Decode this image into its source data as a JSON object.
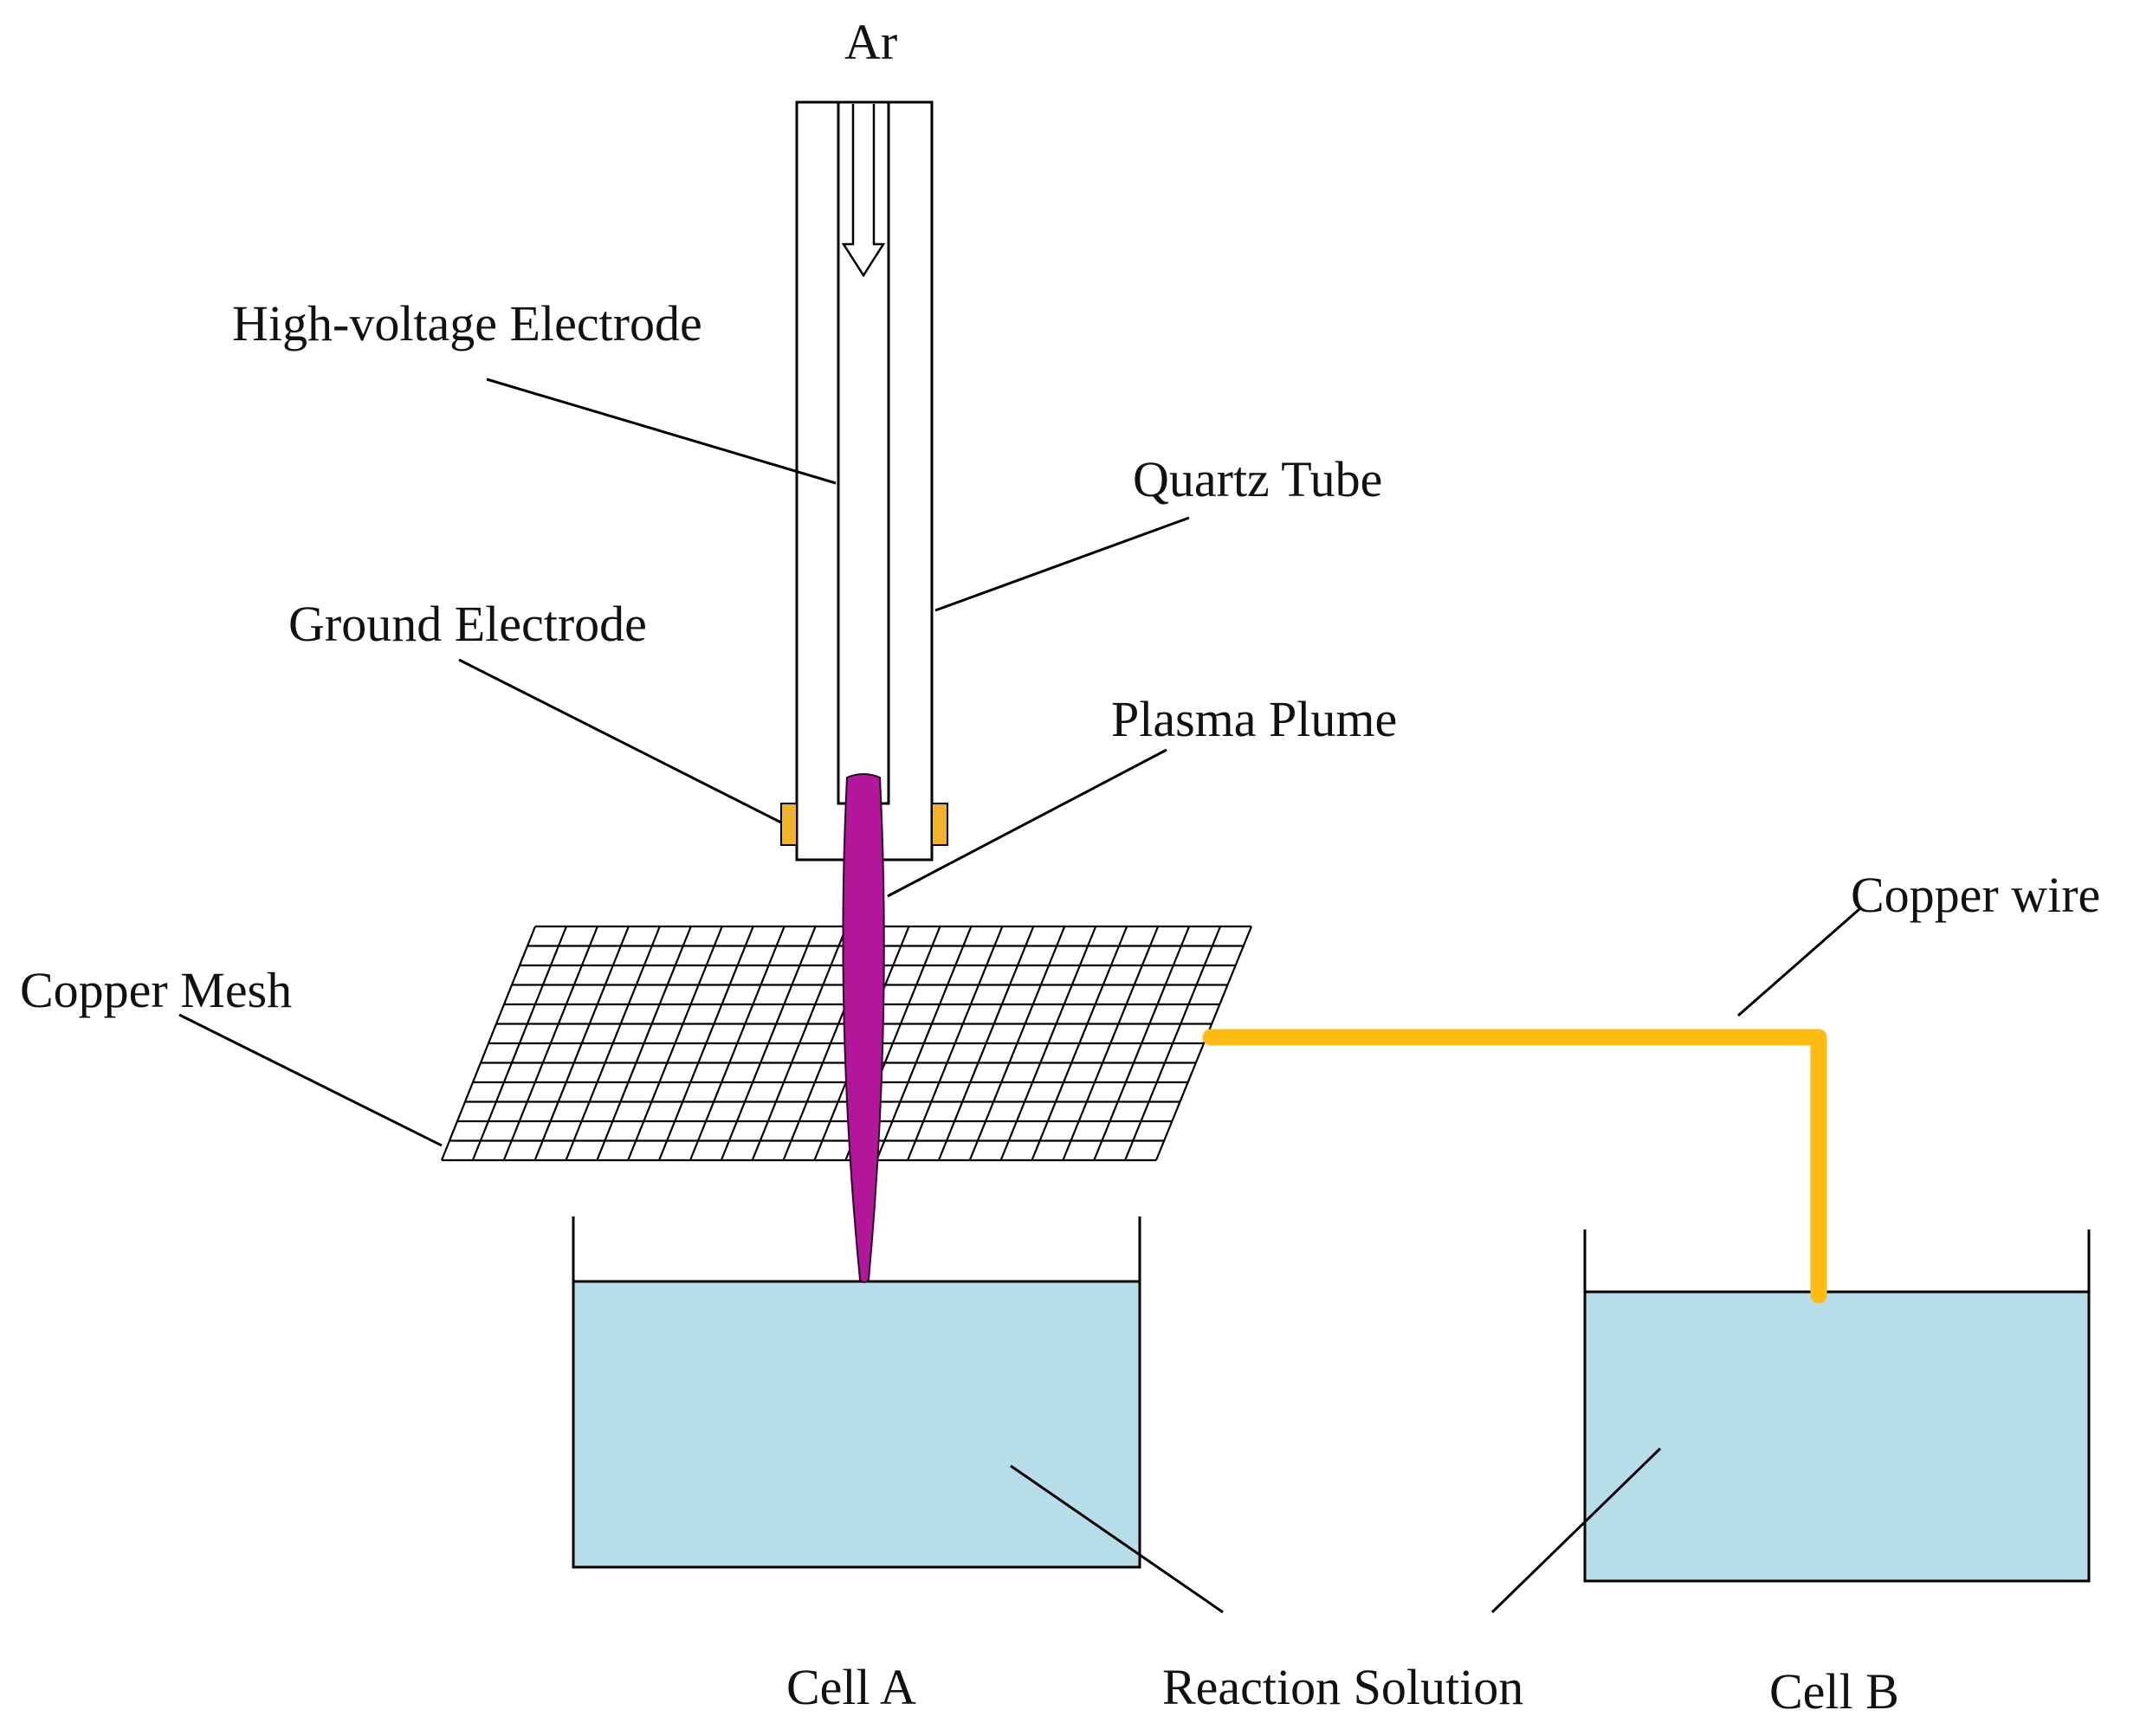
{
  "labels": {
    "gas": "Ar",
    "hv_electrode": "High-voltage Electrode",
    "quartz_tube": "Quartz  Tube",
    "ground_electrode": "Ground Electrode",
    "plasma_plume": "Plasma Plume",
    "copper_wire": "Copper wire",
    "copper_mesh": "Copper Mesh",
    "cell_a": "Cell A",
    "reaction_solution": "Reaction Solution",
    "cell_b": "Cell B"
  },
  "colors": {
    "solution": "#b7dde8",
    "plasma": "#b3169b",
    "ground_electrode": "#f2b32a",
    "copper_wire": "#fdbb14",
    "line": "#000000"
  }
}
